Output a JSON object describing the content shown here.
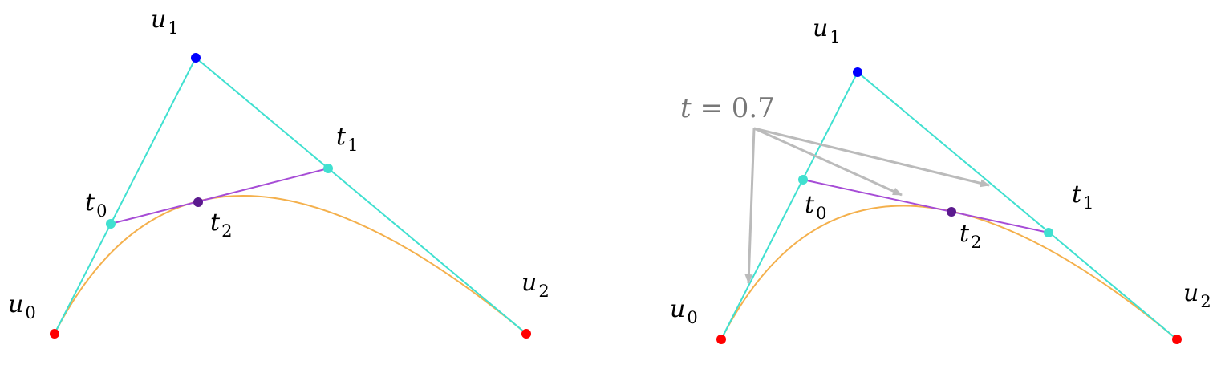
{
  "colors": {
    "control_polygon": "#40e0d0",
    "interpolation_segment": "#a64cd6",
    "curve": "#f4b04c",
    "endpoint": "#ff0000",
    "middle_control": "#0000ff",
    "t_point": "#40e0d0",
    "curve_point": "#5b1a8e",
    "annotation": "#bbbbbb",
    "annotation_text": "#777777"
  },
  "left_diagram": {
    "labels": {
      "u0": {
        "base": "u",
        "sub": "0"
      },
      "u1": {
        "base": "u",
        "sub": "1"
      },
      "u2": {
        "base": "u",
        "sub": "2"
      },
      "t0": {
        "base": "t",
        "sub": "0"
      },
      "t1": {
        "base": "t",
        "sub": "1"
      },
      "t2": {
        "base": "t",
        "sub": "2"
      }
    }
  },
  "right_diagram": {
    "parameter_label": {
      "var": "t",
      "eq": " = ",
      "value": "0.7"
    },
    "labels": {
      "u0": {
        "base": "u",
        "sub": "0"
      },
      "u1": {
        "base": "u",
        "sub": "1"
      },
      "u2": {
        "base": "u",
        "sub": "2"
      },
      "t0": {
        "base": "t",
        "sub": "0"
      },
      "t1": {
        "base": "t",
        "sub": "1"
      },
      "t2": {
        "base": "t",
        "sub": "2"
      }
    }
  }
}
